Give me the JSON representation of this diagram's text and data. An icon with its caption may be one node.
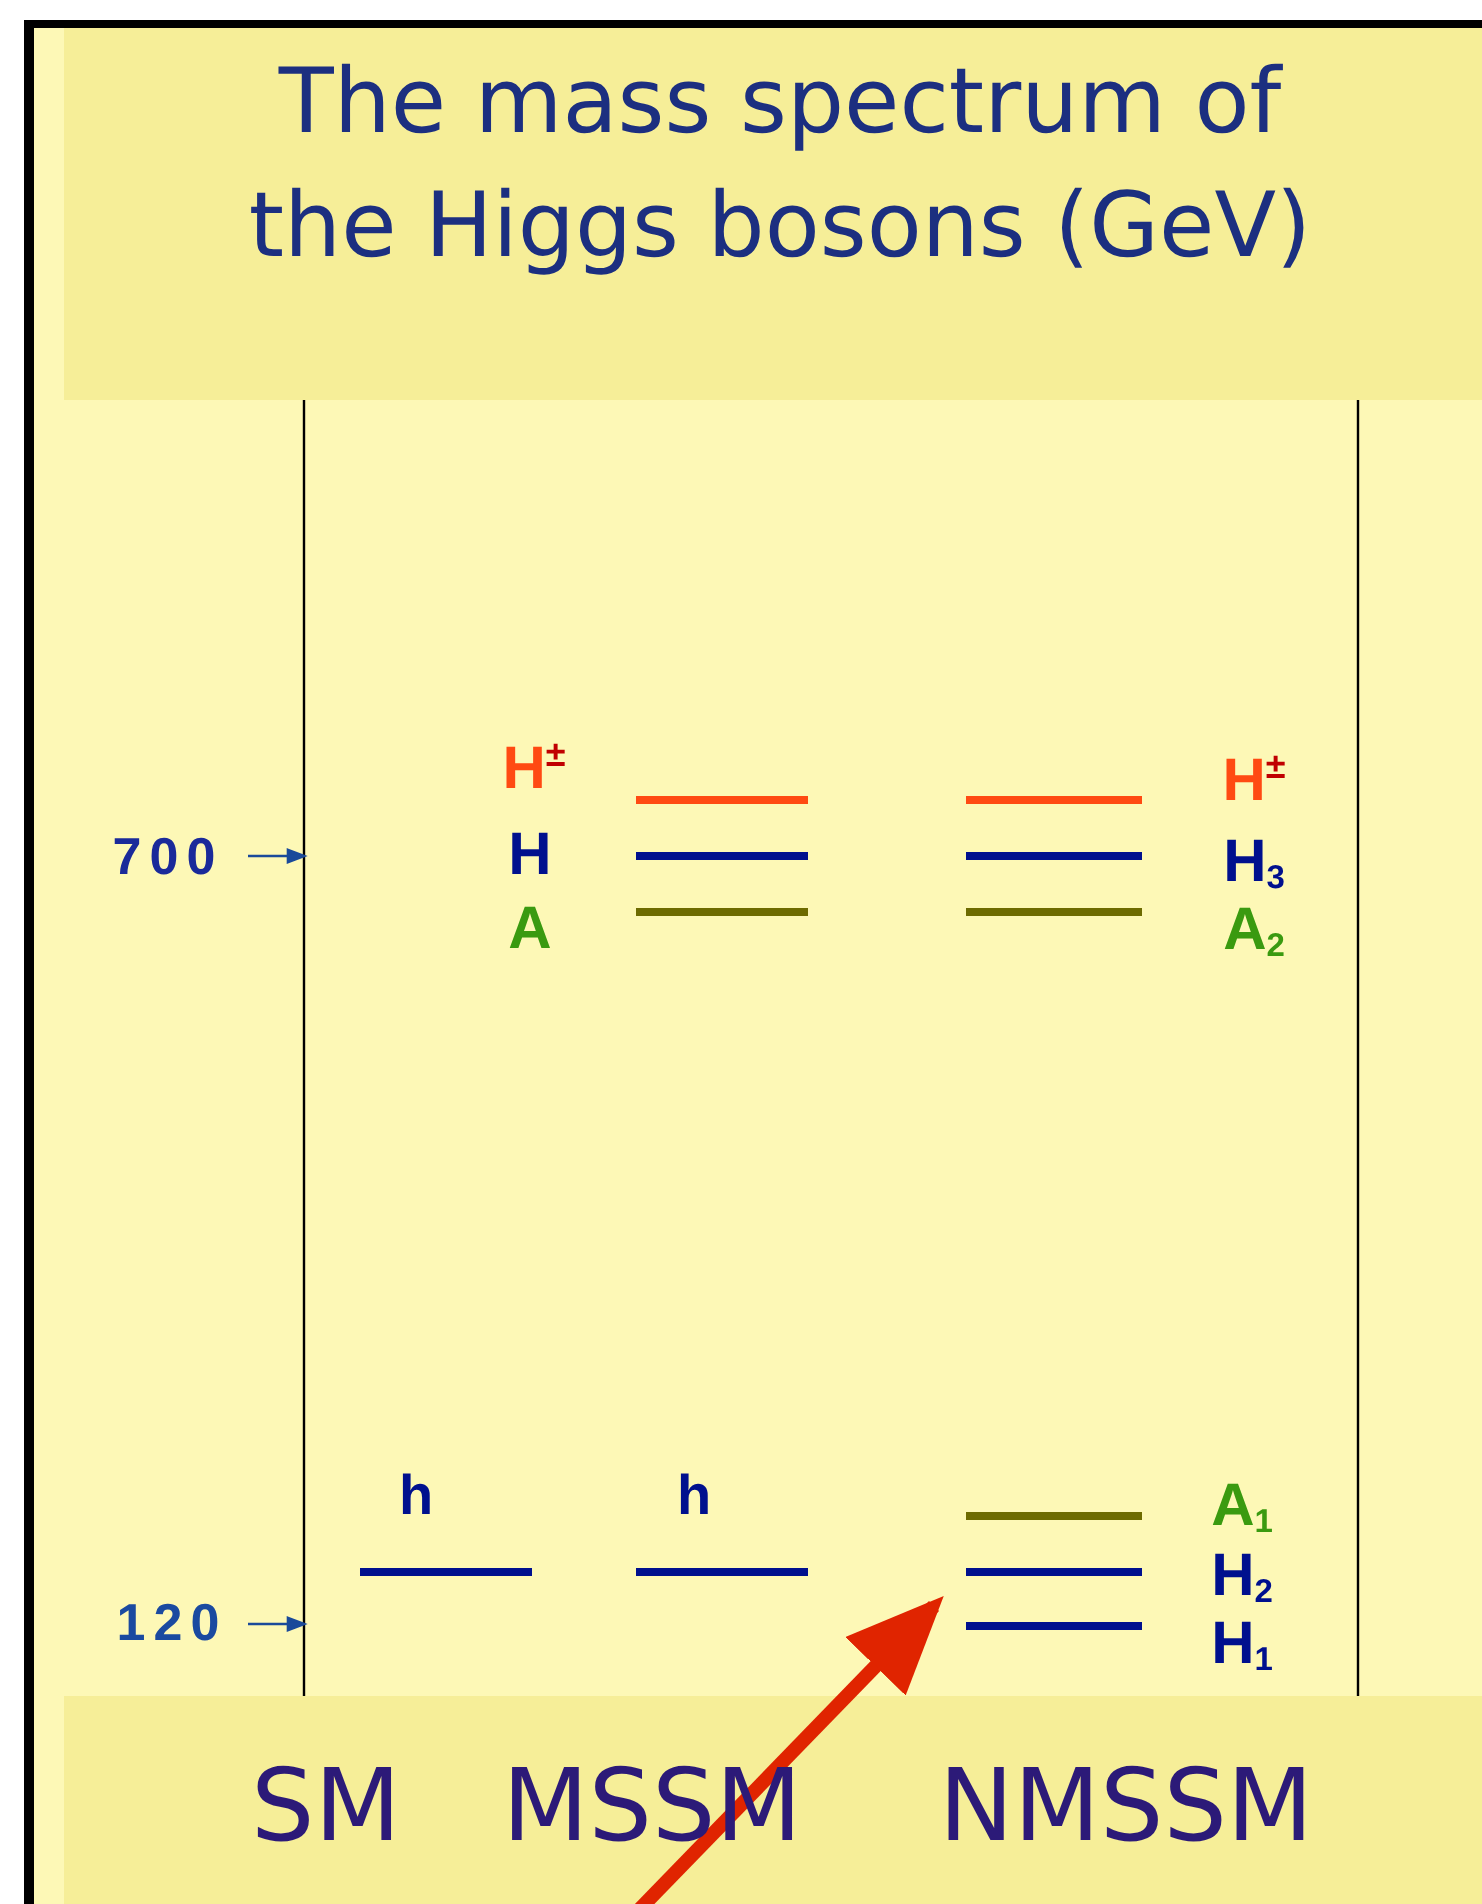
{
  "diagram": {
    "title": "The mass spectrum of the Higgs bosons (GeV)",
    "nodes": [
      {
        "text": [],
        "shape": "bar"
      },
      {
        "text": [],
        "shape": "bar"
      },
      {
        "text": [],
        "shape": "bar"
      },
      {
        "text": [],
        "shape": "bar"
      },
      {
        "text": [],
        "shape": "bar"
      },
      {
        "text": [],
        "shape": "bar"
      },
      {
        "text": [],
        "shape": "bar"
      },
      {
        "text": [],
        "shape": "bar"
      },
      {
        "text": [],
        "shape": "bar"
      },
      {
        "text": [],
        "shape": "bar"
      },
      {
        "text": [],
        "shape": "bar"
      }
    ],
    "edges": [
      {
        "from": null,
        "to": 10,
        "arrow": "to"
      }
    ],
    "labels": [
      "H$^{±}$",
      "H$^{±}$",
      "700",
      "H",
      "H$_{3}$",
      "A",
      "A$_{2}$",
      "h",
      "h",
      "A$_{1}$",
      "H$_{2}$",
      "120",
      "H$_{1}$",
      "SM",
      "MSSM",
      "NMSSM"
    ]
  }
}
